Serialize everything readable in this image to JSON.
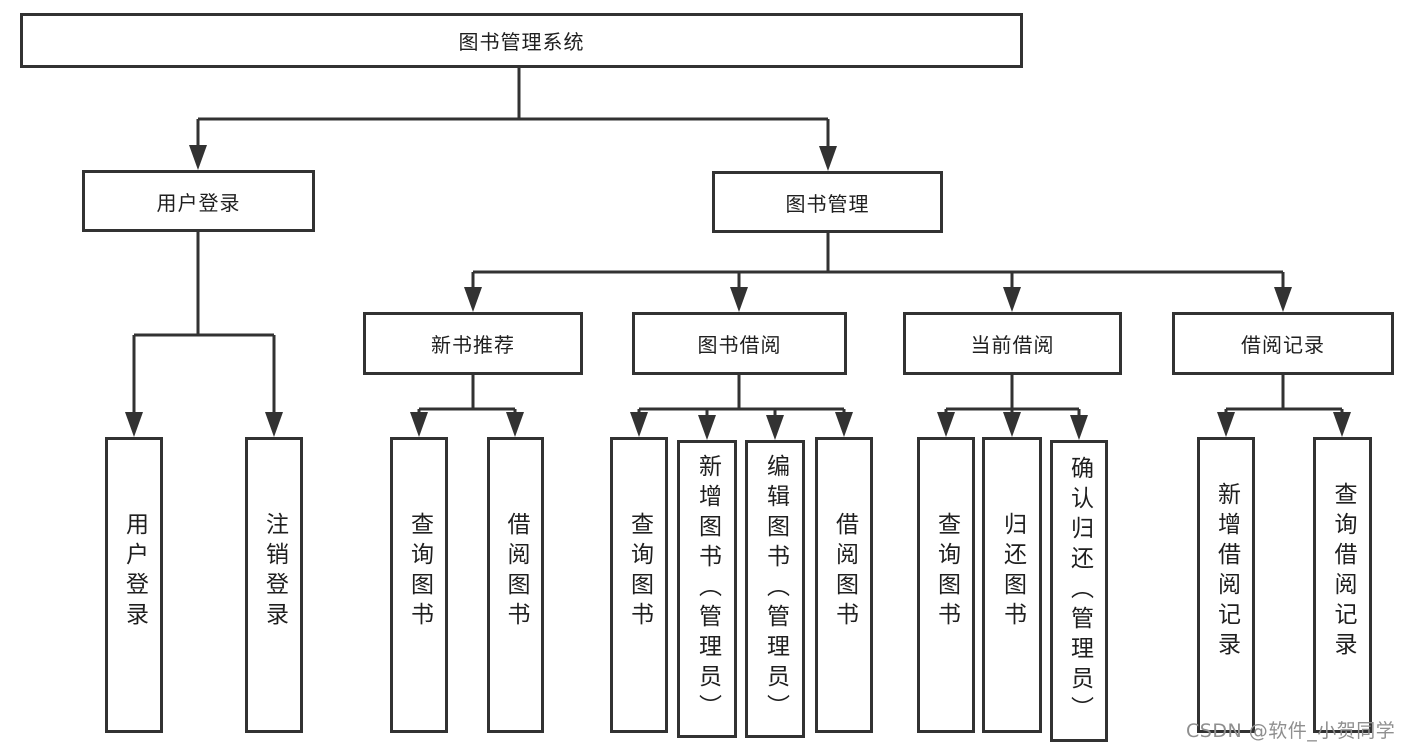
{
  "colors": {
    "line": "#323232",
    "text": "#1f1f1f",
    "watermark": "#8f8f8f",
    "background": "#ffffff"
  },
  "diagram_type": "functional-structure-tree",
  "nodes": {
    "root": {
      "label": "图书管理系统"
    },
    "level2": [
      {
        "label": "用户登录"
      },
      {
        "label": "图书管理"
      }
    ],
    "level3": [
      {
        "label": "新书推荐",
        "parent": "图书管理"
      },
      {
        "label": "图书借阅",
        "parent": "图书管理"
      },
      {
        "label": "当前借阅",
        "parent": "图书管理"
      },
      {
        "label": "借阅记录",
        "parent": "图书管理"
      }
    ],
    "leaves": [
      {
        "label": "用户登录",
        "parent": "用户登录"
      },
      {
        "label": "注销登录",
        "parent": "用户登录"
      },
      {
        "label": "查询图书",
        "parent": "新书推荐"
      },
      {
        "label": "借阅图书",
        "parent": "新书推荐"
      },
      {
        "label": "查询图书",
        "parent": "图书借阅"
      },
      {
        "label": "新增图书（管理员）",
        "parent": "图书借阅"
      },
      {
        "label": "编辑图书（管理员）",
        "parent": "图书借阅"
      },
      {
        "label": "借阅图书",
        "parent": "图书借阅"
      },
      {
        "label": "查询图书",
        "parent": "当前借阅"
      },
      {
        "label": "归还图书",
        "parent": "当前借阅"
      },
      {
        "label": "确认归还（管理员）",
        "parent": "当前借阅"
      },
      {
        "label": "新增借阅记录",
        "parent": "借阅记录"
      },
      {
        "label": "查询借阅记录",
        "parent": "借阅记录"
      }
    ]
  },
  "watermark": {
    "text": "CSDN @软件_小贺同学"
  }
}
